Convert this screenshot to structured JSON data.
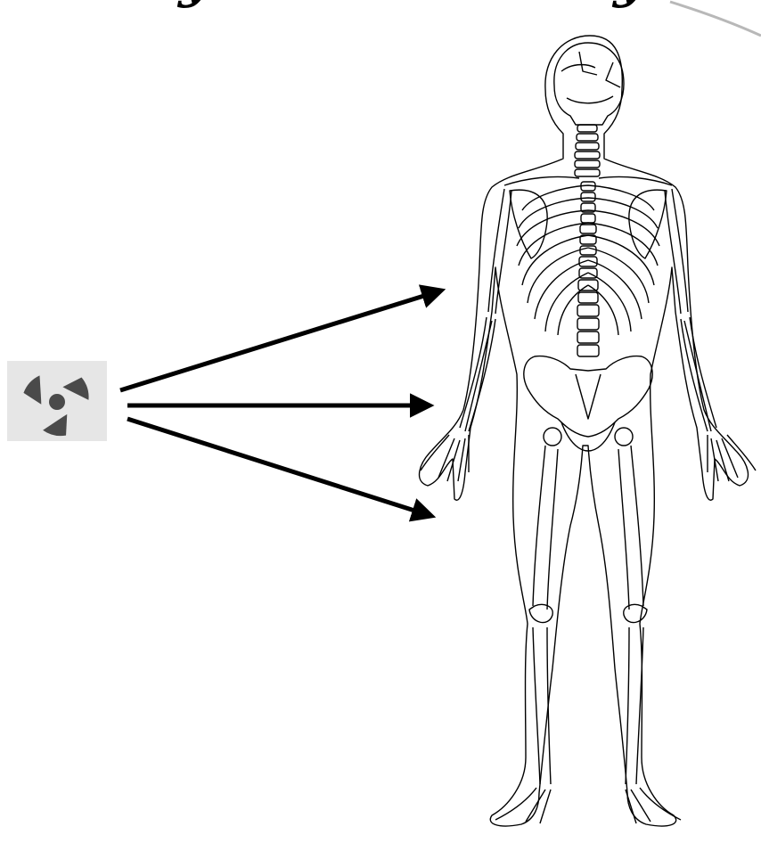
{
  "title": {
    "left_fragment": "y",
    "right_fragment": "y"
  },
  "icons": {
    "radiation": "radiation-icon",
    "skeleton": "human-skeleton-icon"
  },
  "arrows": {
    "count": 3,
    "stroke_color": "#000000"
  },
  "colors": {
    "radiation_symbol": "#4a4a4a",
    "radiation_background": "#e6e6e6",
    "outline": "#000000"
  }
}
